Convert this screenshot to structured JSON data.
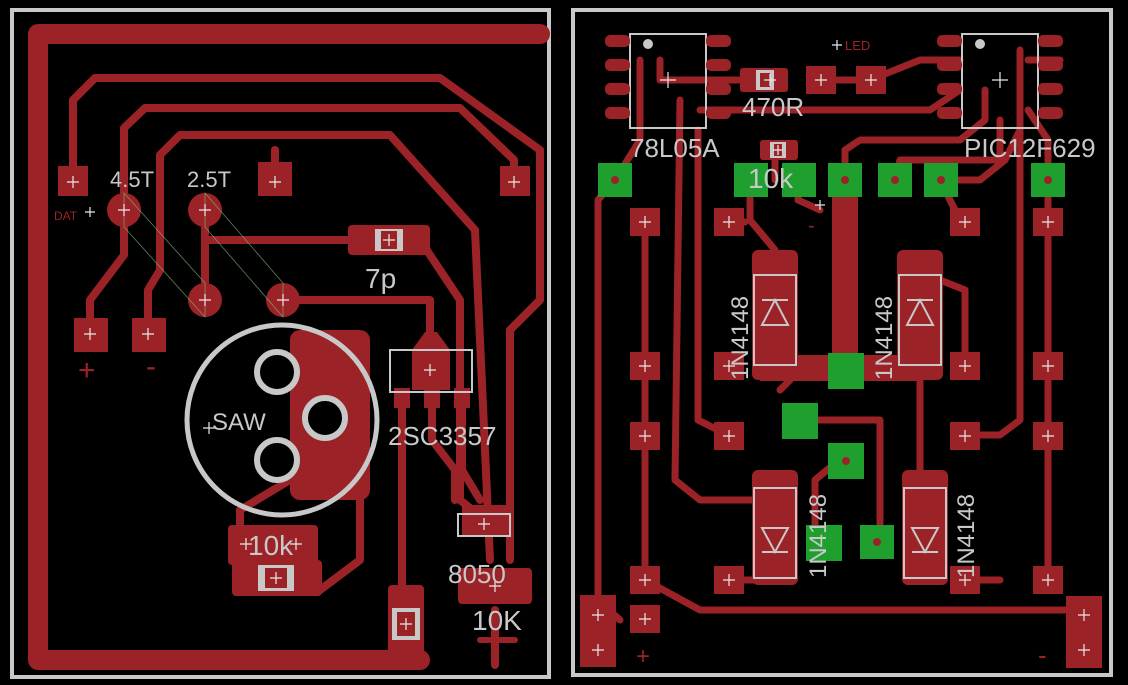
{
  "colors": {
    "background": "#000000",
    "copper": "#9b2226",
    "silkscreen": "#c8c8c8",
    "via": "#1fa02e",
    "outline": "#c8c8c8"
  },
  "left_board": {
    "labels": {
      "coil1": "4.5T",
      "coil2": "2.5T",
      "dat": "DAT",
      "cap7p": "7p",
      "saw": "SAW",
      "transistor1": "2SC3357",
      "res10k_lower": "10k",
      "transistor2": "8050",
      "res10K": "10K",
      "plus": "+",
      "minus": "-"
    }
  },
  "right_board": {
    "labels": {
      "reg": "78L05A",
      "led": "LED",
      "res470": "470R",
      "res10k": "10k",
      "pic": "PIC12F629",
      "diode_tl": "1N4148",
      "diode_tr": "1N4148",
      "diode_bl": "1N4148",
      "diode_br": "1N4148",
      "plus": "+",
      "minus": "-"
    }
  }
}
